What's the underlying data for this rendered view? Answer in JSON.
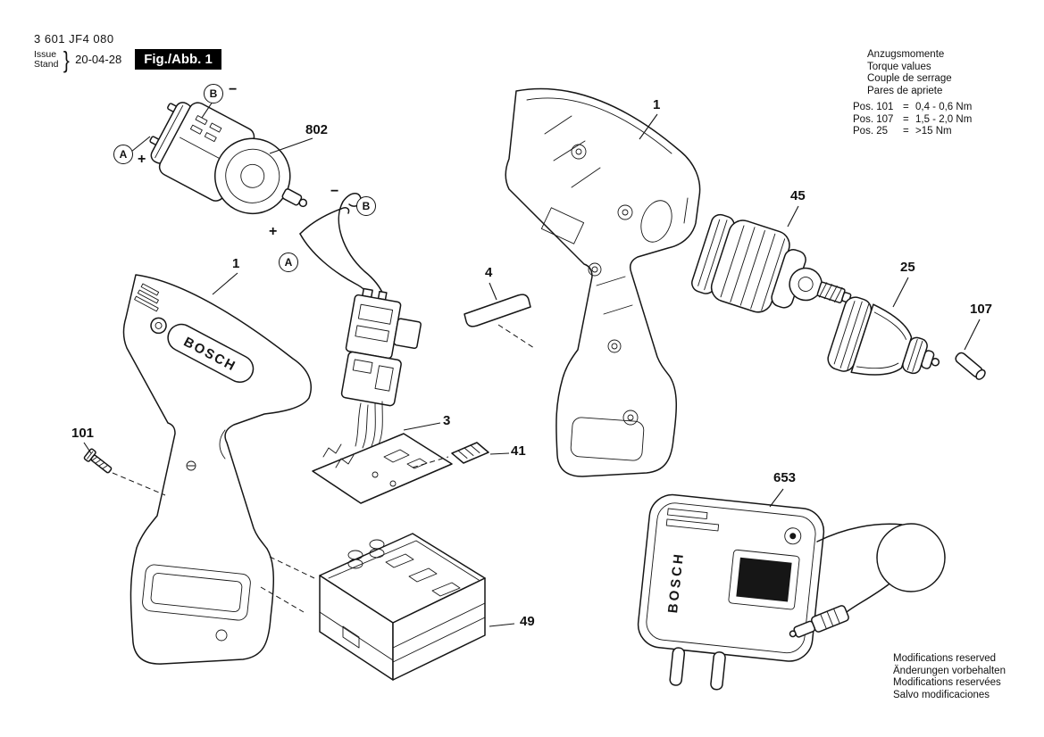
{
  "document": {
    "type_number": "3 601 JF4 080",
    "issue_label": "Issue",
    "stand_label": "Stand",
    "brace": "}",
    "date": "20-04-28",
    "figure_label": "Fig./Abb. 1"
  },
  "torque_note": {
    "title_lines": [
      "Anzugsmomente",
      "Torque values",
      "Couple de serrage",
      "Pares de apriete"
    ],
    "entries": [
      {
        "pos": "Pos. 101",
        "eq": "=",
        "value": "0,4 - 0,6 Nm"
      },
      {
        "pos": "Pos. 107",
        "eq": "=",
        "value": "1,5 - 2,0 Nm"
      },
      {
        "pos": "Pos. 25",
        "eq": "=",
        "value": ">15 Nm"
      }
    ]
  },
  "footer_note": {
    "lines": [
      "Modifications reserved",
      "Änderungen vorbehalten",
      "Modifications reservées",
      "Salvo modificaciones"
    ]
  },
  "brand": "BOSCH",
  "part_labels": {
    "motor_wiring": "802",
    "terminal_a": "A",
    "terminal_b": "B",
    "plus": "+",
    "minus": "−",
    "housing_left": "1",
    "housing_right": "1",
    "screw": "101",
    "electronics_module": "3",
    "cover_plate": "4",
    "inlay": "41",
    "gear_box": "45",
    "drill_chuck": "25",
    "pin": "107",
    "battery_pack": "49",
    "charger": "653"
  },
  "colors": {
    "ink": "#161616",
    "paper": "#ffffff",
    "figure_box_bg": "#000000",
    "figure_box_text": "#ffffff"
  }
}
